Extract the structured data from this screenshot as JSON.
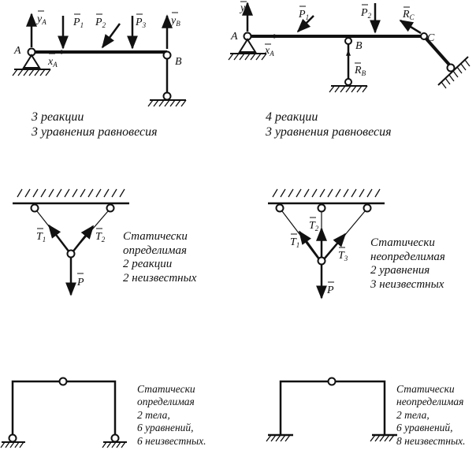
{
  "panel1": {
    "points": {
      "A": "A",
      "B": "B"
    },
    "forces": {
      "ya": {
        "main": "y",
        "sub": "A"
      },
      "xa": {
        "main": "x",
        "sub": "A"
      },
      "p1": {
        "main": "P",
        "sub": "1"
      },
      "p2": {
        "main": "P",
        "sub": "2"
      },
      "p3": {
        "main": "P",
        "sub": "3"
      },
      "yb": {
        "main": "y",
        "sub": "B"
      }
    },
    "caption": [
      "3 реакции",
      "3 уравнения равновесия"
    ]
  },
  "panel2": {
    "points": {
      "A": "A",
      "B": "B",
      "C": "C"
    },
    "forces": {
      "ya": {
        "main": "y",
        "sub": "A"
      },
      "xa": {
        "main": "x",
        "sub": "A"
      },
      "p1": {
        "main": "P",
        "sub": "1"
      },
      "p2": {
        "main": "P",
        "sub": "2"
      },
      "rc": {
        "main": "R",
        "sub": "C"
      },
      "rb": {
        "main": "R",
        "sub": "B"
      }
    },
    "caption": [
      "4 реакции",
      "3 уравнения равновесия"
    ]
  },
  "panel3": {
    "forces": {
      "t1": {
        "main": "T",
        "sub": "1"
      },
      "t2": {
        "main": "T",
        "sub": "2"
      },
      "p": {
        "main": "P",
        "sub": ""
      }
    },
    "caption": [
      "Статически",
      "определимая",
      "2 реакции",
      "2 неизвестных"
    ]
  },
  "panel4": {
    "forces": {
      "t1": {
        "main": "T",
        "sub": "1"
      },
      "t2": {
        "main": "T",
        "sub": "2"
      },
      "t3": {
        "main": "T",
        "sub": "3"
      },
      "p": {
        "main": "P",
        "sub": ""
      }
    },
    "caption": [
      "Статически",
      "неопределимая",
      "2 уравнения",
      "3 неизвестных"
    ]
  },
  "panel5": {
    "caption": [
      "Статически",
      "определимая",
      "2 тела,",
      "6 уравнений,",
      "6 неизвестных."
    ]
  },
  "panel6": {
    "caption": [
      "Статически",
      "неопределимая",
      "2 тела,",
      "6 уравнений,",
      "8 неизвестных."
    ]
  }
}
